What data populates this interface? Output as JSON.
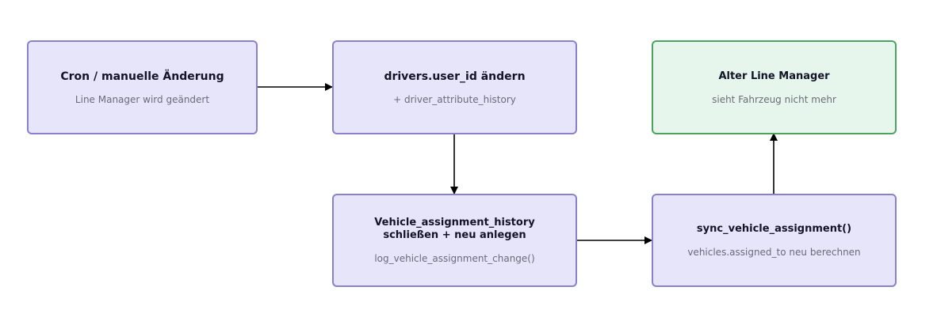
{
  "nodes": {
    "cron": {
      "title": "Cron / manuelle Änderung",
      "subtitle": "Line Manager wird geändert"
    },
    "drivers": {
      "title": "drivers.user_id ändern",
      "subtitle": "+ driver_attribute_history"
    },
    "old_manager": {
      "title": "Alter Line Manager",
      "subtitle": "sieht Fahrzeug nicht mehr"
    },
    "history": {
      "title_line1": "Vehicle_assignment_history",
      "title_line2": "schließen + neu anlegen",
      "subtitle": "log_vehicle_assignment_change()"
    },
    "sync": {
      "title": "sync_vehicle_assignment()",
      "subtitle": "vehicles.assigned_to neu berechnen"
    }
  },
  "colors": {
    "default_fill": "#e7e5fa",
    "default_border": "#8a80d0",
    "highlight_fill": "#e7f6ec",
    "highlight_border": "#4aa35f",
    "arrow": "#000000"
  }
}
